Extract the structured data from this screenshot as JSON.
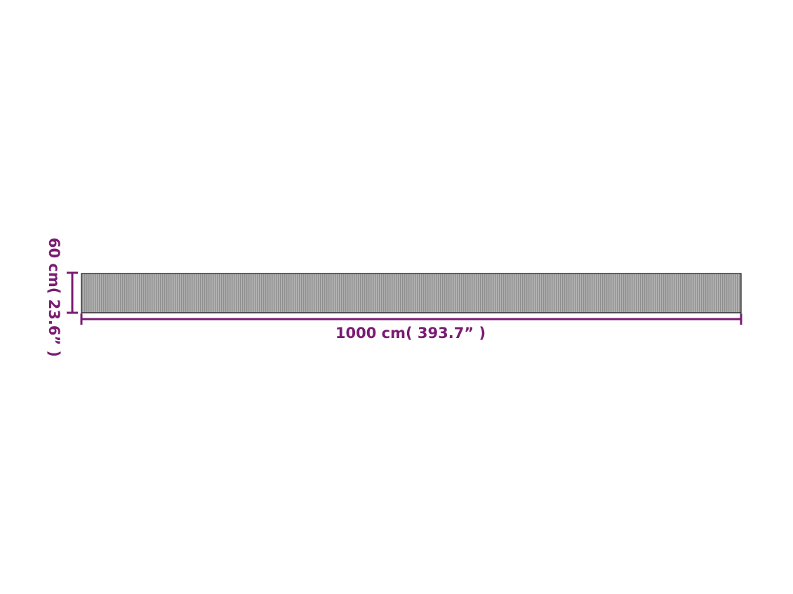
{
  "product": {
    "name": "rug",
    "surface_color": "#a3a3a3",
    "texture": "vertical-stripes"
  },
  "dimensions": {
    "width_label": "1000 cm( 393.7” )",
    "height_label": "60 cm( 23.6” )",
    "width_cm": 1000,
    "height_cm": 60,
    "width_in": 393.7,
    "height_in": 23.6
  },
  "colors": {
    "dimension_line": "#7a1b72",
    "outline": "#111111",
    "background": "#ffffff"
  }
}
